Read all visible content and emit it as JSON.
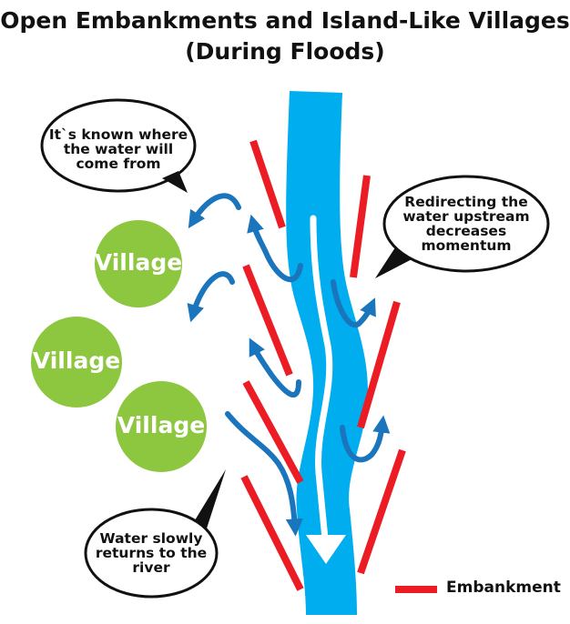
{
  "title": {
    "line1": "Open Embankments and Island-Like Villages",
    "line2": "(During Floods)"
  },
  "callouts": {
    "top_left": [
      "It`s known where",
      "the water will",
      "come from"
    ],
    "top_right": [
      "Redirecting the",
      "water upstream",
      "decreases",
      "momentum"
    ],
    "bottom_left": [
      "Water slowly",
      "returns to the",
      "river"
    ]
  },
  "villages": [
    "Village",
    "Village",
    "Village"
  ],
  "legend": {
    "label": "Embankment"
  },
  "colors": {
    "river": "#00adef",
    "embankment": "#ec1c24",
    "village": "#8dc63f",
    "flow_arrow": "#1a75bc",
    "current_line": "#ffffff"
  }
}
